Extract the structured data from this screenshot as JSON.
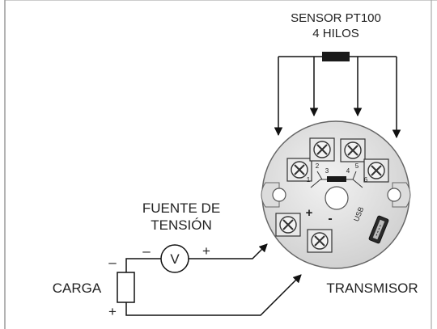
{
  "sensor": {
    "line1": "SENSOR PT100",
    "line2": "4 HILOS"
  },
  "source": {
    "line1": "FUENTE DE",
    "line2": "TENSIÓN",
    "meter_symbol": "V",
    "minus": "–",
    "plus": "+"
  },
  "load": {
    "label": "CARGA",
    "minus": "–",
    "plus": "+"
  },
  "transmitter": {
    "label": "TRANSMISOR",
    "usb_label": "USB",
    "pin_plus": "+",
    "pin_minus": "-",
    "terminal_labels": [
      "1",
      "2",
      "3",
      "4",
      "5",
      "6"
    ]
  },
  "colors": {
    "line": "#111111",
    "housing": "#e4e4e4",
    "housing_edge": "#666666",
    "border": "#9a9a9a",
    "text": "#222222"
  }
}
